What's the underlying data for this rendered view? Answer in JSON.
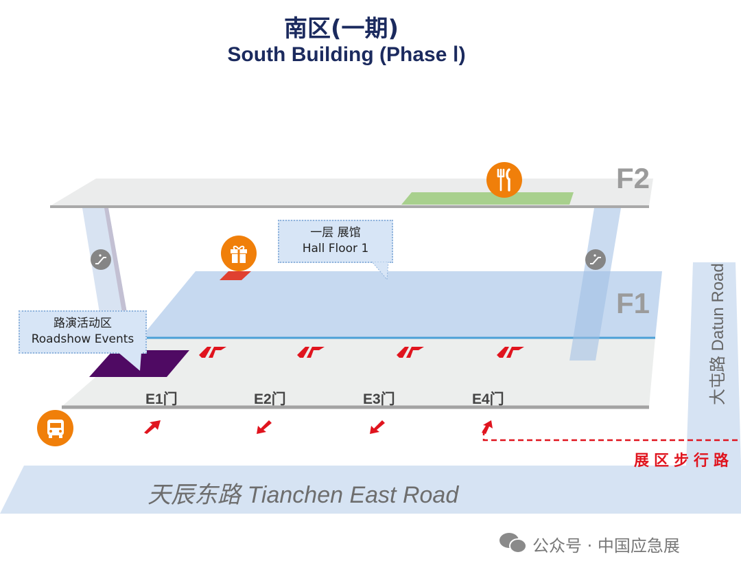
{
  "title": {
    "chinese": "南区(一期)",
    "english": "South Building (Phase Ⅰ)"
  },
  "floors": {
    "f2": "F2",
    "f1": "F1"
  },
  "callouts": {
    "hall": {
      "chinese": "一层 展馆",
      "english": "Hall Floor 1"
    },
    "roadshow": {
      "chinese": "路演活动区",
      "english": "Roadshow Events"
    }
  },
  "gates": [
    "E1门",
    "E2门",
    "E3门",
    "E4门"
  ],
  "roads": {
    "tianchen": "天辰东路  Tianchen East Road",
    "datun": "大屯路 Datun Road",
    "walkway": "展区步行路"
  },
  "icons": [
    "restaurant-icon",
    "gift-shop-icon",
    "bus-icon",
    "escalator-icon"
  ],
  "watermark": "公众号 · 中国应急展",
  "colors": {
    "navy": "#1b2a5e",
    "orange": "#f07f0a",
    "hall_blue": "#c6d9f0",
    "road_blue": "#d6e3f3",
    "roadshow_purple": "#4f0a63",
    "food_green": "#a8d08d",
    "arrow_red": "#e0141e"
  }
}
